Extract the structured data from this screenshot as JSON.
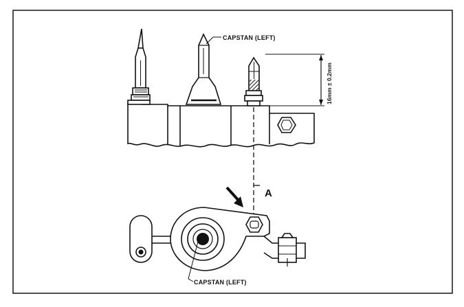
{
  "diagram": {
    "labels": {
      "capstan_left_top": "CAPSTAN (LEFT)",
      "capstan_left_bottom": "CAPSTAN (LEFT)",
      "section_marker": "A",
      "dimension": "16mm ± 0.2mm"
    },
    "colors": {
      "line": "#111111",
      "background": "#ffffff",
      "frame": "#222222"
    }
  }
}
